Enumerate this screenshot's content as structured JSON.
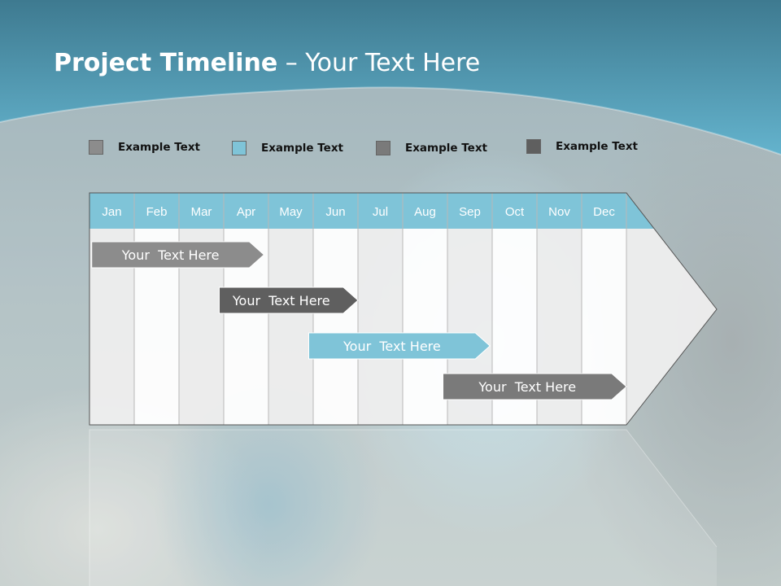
{
  "slide": {
    "title_bold": "Project Timeline",
    "title_rest": " – Your Text Here"
  },
  "legend": [
    {
      "label": "Example Text",
      "color": "#8c8c8c"
    },
    {
      "label": "Example Text",
      "color": "#7fc4d8"
    },
    {
      "label": "Example Text",
      "color": "#7a7a7a"
    },
    {
      "label": "Example Text",
      "color": "#5f5f5f"
    }
  ],
  "chart_data": {
    "type": "gantt",
    "months": [
      "Jan",
      "Feb",
      "Mar",
      "Apr",
      "May",
      "Jun",
      "Jul",
      "Aug",
      "Sep",
      "Oct",
      "Nov",
      "Dec"
    ],
    "tasks": [
      {
        "label": "Your  Text Here",
        "start": 0.05,
        "end": 3.9,
        "color": "#8c8c8c"
      },
      {
        "label": "Your  Text Here",
        "start": 2.9,
        "end": 6.0,
        "color": "#5f5f5f"
      },
      {
        "label": "Your  Text Here",
        "start": 4.9,
        "end": 8.95,
        "color": "#7fc4d8"
      },
      {
        "label": "Your  Text Here",
        "start": 7.9,
        "end": 12.0,
        "color": "#7a7a7a"
      }
    ],
    "colors": {
      "header": "#7fc4d8",
      "stripe_a": "#eeeeee",
      "stripe_b": "#ffffff",
      "grid": "#b8b8b8",
      "outline": "#555555"
    }
  },
  "colors": {
    "banner_top": "#3f7d93",
    "banner_bottom": "#6ab8d2",
    "title_text": "#ffffff"
  }
}
